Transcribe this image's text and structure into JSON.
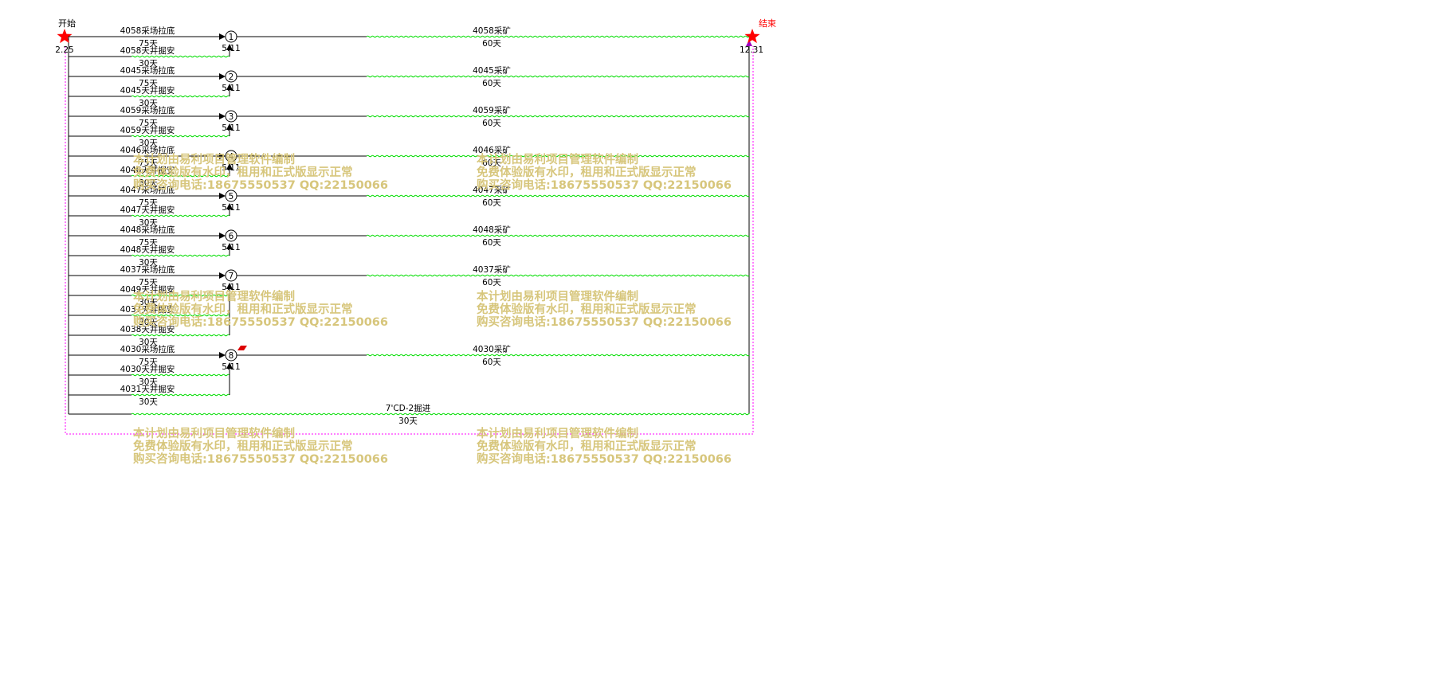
{
  "start": {
    "label": "开始",
    "date": "2.25"
  },
  "end": {
    "label": "结束",
    "date": "12.31"
  },
  "milestone_date": "5.11",
  "groups": [
    {
      "node": "1",
      "main": {
        "name": "4058采场拉底",
        "dur": "75天"
      },
      "extra": [
        {
          "name": "4058天井掘安",
          "dur": "30天"
        }
      ],
      "mining": {
        "name": "4058采矿",
        "dur": "60天"
      }
    },
    {
      "node": "2",
      "main": {
        "name": "4045采场拉底",
        "dur": "75天"
      },
      "extra": [
        {
          "name": "4045天井掘安",
          "dur": "30天"
        }
      ],
      "mining": {
        "name": "4045采矿",
        "dur": "60天"
      }
    },
    {
      "node": "3",
      "main": {
        "name": "4059采场拉底",
        "dur": "75天"
      },
      "extra": [
        {
          "name": "4059天井掘安",
          "dur": "30天"
        }
      ],
      "mining": {
        "name": "4059采矿",
        "dur": "60天"
      }
    },
    {
      "node": "4",
      "main": {
        "name": "4046采场拉底",
        "dur": "75天"
      },
      "extra": [
        {
          "name": "4046天井掘安",
          "dur": "30天"
        }
      ],
      "mining": {
        "name": "4046采矿",
        "dur": "60天"
      }
    },
    {
      "node": "5",
      "main": {
        "name": "4047采场拉底",
        "dur": "75天"
      },
      "extra": [
        {
          "name": "4047天井掘安",
          "dur": "30天"
        }
      ],
      "mining": {
        "name": "4047采矿",
        "dur": "60天"
      }
    },
    {
      "node": "6",
      "main": {
        "name": "4048采场拉底",
        "dur": "75天"
      },
      "extra": [
        {
          "name": "4048天井掘安",
          "dur": "30天"
        }
      ],
      "mining": {
        "name": "4048采矿",
        "dur": "60天"
      }
    },
    {
      "node": "7",
      "main": {
        "name": "4037采场拉底",
        "dur": "75天"
      },
      "extra": [
        {
          "name": "4049天井掘安",
          "dur": "30天"
        },
        {
          "name": "4037天井掘安",
          "dur": "30天"
        },
        {
          "name": "4038天井掘安",
          "dur": "30天"
        }
      ],
      "mining": {
        "name": "4037采矿",
        "dur": "60天"
      }
    },
    {
      "node": "8",
      "main": {
        "name": "4030采场拉底",
        "dur": "75天"
      },
      "extra": [
        {
          "name": "4030天井掘安",
          "dur": "30天"
        },
        {
          "name": "4031天井掘安",
          "dur": "30天"
        }
      ],
      "mining": {
        "name": "4030采矿",
        "dur": "60天"
      }
    }
  ],
  "final_task": {
    "name": "7'CD-2掘进",
    "dur": "30天"
  },
  "watermark": {
    "line1": "本计划由易利项目管理软件编制",
    "line2": "免费体验版有水印，租用和正式版显示正常",
    "line3": "购买咨询电话:18675550537 QQ:22150066"
  },
  "colors": {
    "activity": "#000000",
    "float": "#00dd00",
    "start_end": "#ff0000",
    "watermark": "#d7c67c",
    "boundary": "#ff00ff"
  }
}
